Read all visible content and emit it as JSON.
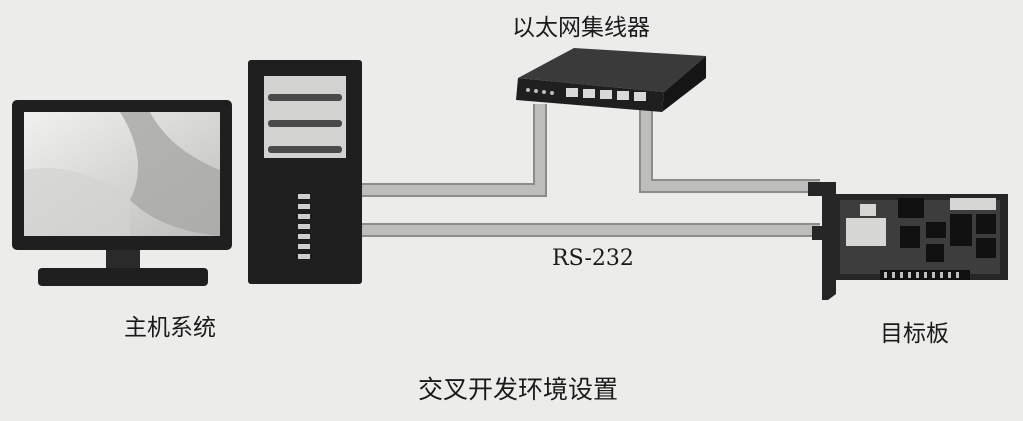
{
  "diagram": {
    "caption": "交叉开发环境设置",
    "nodes": {
      "host": {
        "label": "主机系统"
      },
      "hub": {
        "label": "以太网集线器"
      },
      "target": {
        "label": "目标板"
      }
    },
    "links": {
      "serial": {
        "label": "RS-232"
      }
    },
    "colors": {
      "background": "#ececea",
      "cable": "#b9b9b7",
      "cable_edge": "#8c8c8a",
      "device_fill": "#2b2b2b",
      "screen_fill": "#d8d8d6"
    }
  }
}
